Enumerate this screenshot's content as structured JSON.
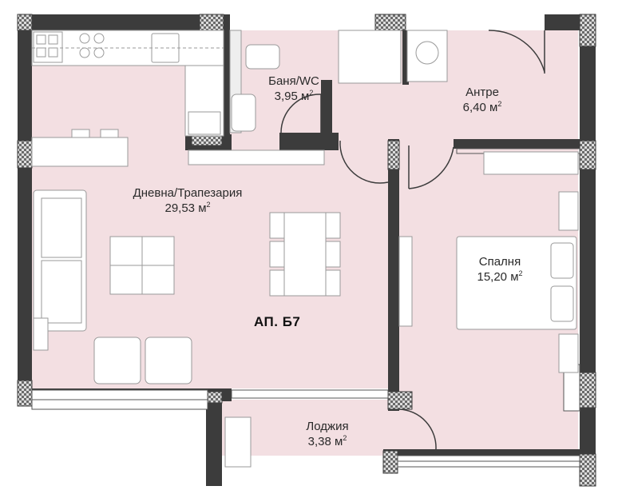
{
  "plan": {
    "apartment_label": "АП. Б7",
    "area_unit": "м",
    "area_unit_exponent": "2",
    "colors": {
      "floor": "#f3dfe2",
      "wall": "#3c3c3c",
      "wall_hatch": "#d8d8d8",
      "furniture_stroke": "#9a9a9a",
      "furniture_fill": "#ffffff"
    },
    "rooms": [
      {
        "id": "bath",
        "name": "Баня/WC",
        "area": "3,95"
      },
      {
        "id": "hall",
        "name": "Антре",
        "area": "6,40"
      },
      {
        "id": "living",
        "name": "Дневна/Трапезария",
        "area": "29,53"
      },
      {
        "id": "bedroom",
        "name": "Спалня",
        "area": "15,20"
      },
      {
        "id": "loggia",
        "name": "Лоджия",
        "area": "3,38"
      }
    ]
  }
}
